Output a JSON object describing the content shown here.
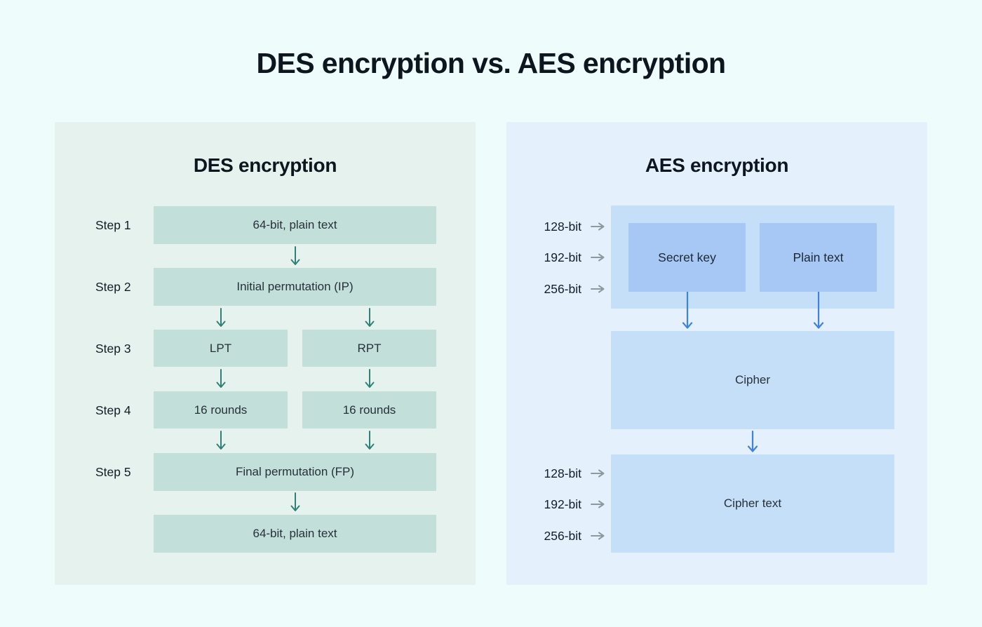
{
  "page": {
    "title": "DES encryption vs. AES encryption",
    "background": "#eefcfb"
  },
  "des": {
    "heading": "DES encryption",
    "step_labels": [
      "Step 1",
      "Step 2",
      "Step 3",
      "Step 4",
      "Step 5"
    ],
    "boxes": {
      "step1": "64-bit, plain text",
      "step2": "Initial permutation (IP)",
      "step3_left": "LPT",
      "step3_right": "RPT",
      "step4_left": "16 rounds",
      "step4_right": "16 rounds",
      "step5": "Final permutation (FP)",
      "output": "64-bit, plain text"
    },
    "colors": {
      "panel": "#e6f2ee",
      "box": "#c2dfda",
      "arrow": "#2f8076"
    }
  },
  "aes": {
    "heading": "AES encryption",
    "key_sizes": [
      "128-bit",
      "192-bit",
      "256-bit"
    ],
    "boxes": {
      "secret_key": "Secret key",
      "plain_text": "Plain text",
      "cipher": "Cipher",
      "cipher_text": "Cipher text"
    },
    "colors": {
      "panel": "#e4f1fc",
      "container": "#c5dff8",
      "inner_box": "#a7c8f5",
      "arrow": "#4182de",
      "size_arrow": "#8e989f"
    }
  }
}
